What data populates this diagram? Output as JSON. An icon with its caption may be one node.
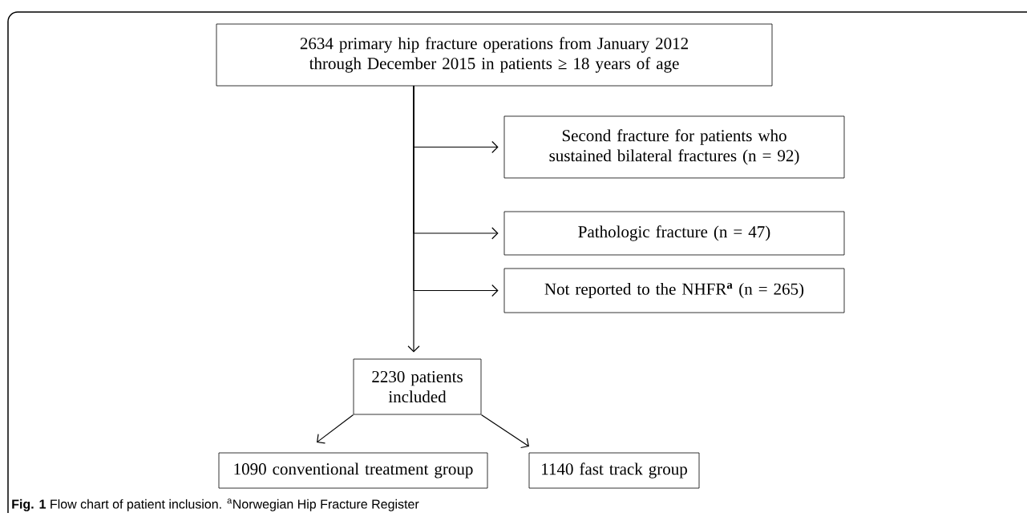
{
  "diagram": {
    "caption": "**Fig. 1** Flow chart of patient inclusion. $^{a}$Norwegian Hip Fracture Register",
    "nodes": [
      {
        "text": [
          "2634 primary hip fracture operations from January 2012 through December 2015 in patients ≥ 18 years of age"
        ]
      },
      {
        "text": [
          "Second fracture for patients who sustained bilateral fractures (n = 92)"
        ]
      },
      {
        "text": [
          "Pathologic fracture (n = 47)"
        ]
      },
      {
        "text": [
          "Not reported to the NHFR**$^{a}$** (n = 265)"
        ]
      },
      {
        "text": [
          "2230 patients included"
        ]
      },
      {
        "text": [
          "1090 conventional treatment group"
        ]
      },
      {
        "text": [
          "1140 fast track group"
        ]
      }
    ],
    "edges": [
      {
        "from": 0,
        "to": 1,
        "arrow": "to"
      },
      {
        "from": 0,
        "to": 2,
        "arrow": "to"
      },
      {
        "from": 0,
        "to": 3,
        "arrow": "to"
      },
      {
        "from": 0,
        "to": 4,
        "arrow": "to"
      },
      {
        "from": 4,
        "to": 5,
        "arrow": "to"
      },
      {
        "from": 4,
        "to": 6,
        "arrow": "to"
      }
    ]
  }
}
